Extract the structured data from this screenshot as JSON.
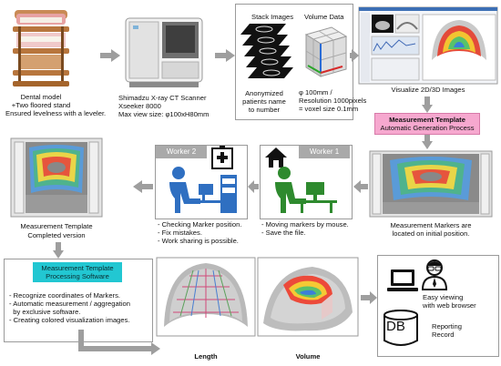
{
  "dental": {
    "line1": "Dental model",
    "line2": "+Two floored stand",
    "line3": "Ensured levelness with a leveler."
  },
  "scanner": {
    "line1": "Shimadzu X-ray CT Scanner",
    "line2": "Xseeker 8000",
    "line3": "Max view size: φ100xH80mm"
  },
  "stack": {
    "title": "Stack Images",
    "caption1": "Anonymized",
    "caption2": "patients name",
    "caption3": "to number"
  },
  "volume_data": {
    "title": "Volume Data",
    "caption1": "φ 100mm /",
    "caption2": "Resolution 1000pixels",
    "caption3": "= voxel size 0.1mm"
  },
  "visualize": {
    "label": "Visualize 2D/3D Images"
  },
  "template": {
    "title": "Measurement Template",
    "subtitle": "Automatic Generation Process"
  },
  "markers": {
    "line1": "Measurement Markers are",
    "line2": "located on initial position."
  },
  "worker1": {
    "header": "Worker 1",
    "note1": "- Moving markers by mouse.",
    "note2": "- Save the file."
  },
  "worker2": {
    "header": "Worker 2",
    "note1": "- Checking Marker position.",
    "note2": "- Fix mistakes.",
    "note3": "- Work sharing is possible."
  },
  "completed": {
    "line1": "Measurement Template",
    "line2": "Completed version"
  },
  "processing": {
    "title1": "Measurement Template",
    "title2": "Processing Software",
    "b1": "- Recognize coordinates of Markers.",
    "b2": "- Automatic measurement / aggregation",
    "b3": "  by exclusive software.",
    "b4": "- Creating colored visualization images."
  },
  "length": {
    "label": "Length"
  },
  "volume": {
    "label": "Volume"
  },
  "web": {
    "line1": "Easy viewing",
    "line2": "with web browser"
  },
  "db": {
    "icon_text": "DB",
    "line1": "Reporting",
    "line2": "Record"
  },
  "colors": {
    "arrow": "#9e9e9e",
    "header_gray": "#a9a9a9",
    "pink": "#f6a8cf",
    "cyan": "#22c7d2",
    "worker2_blue": "#2f6fc1",
    "worker1_green": "#2e8a2e"
  }
}
